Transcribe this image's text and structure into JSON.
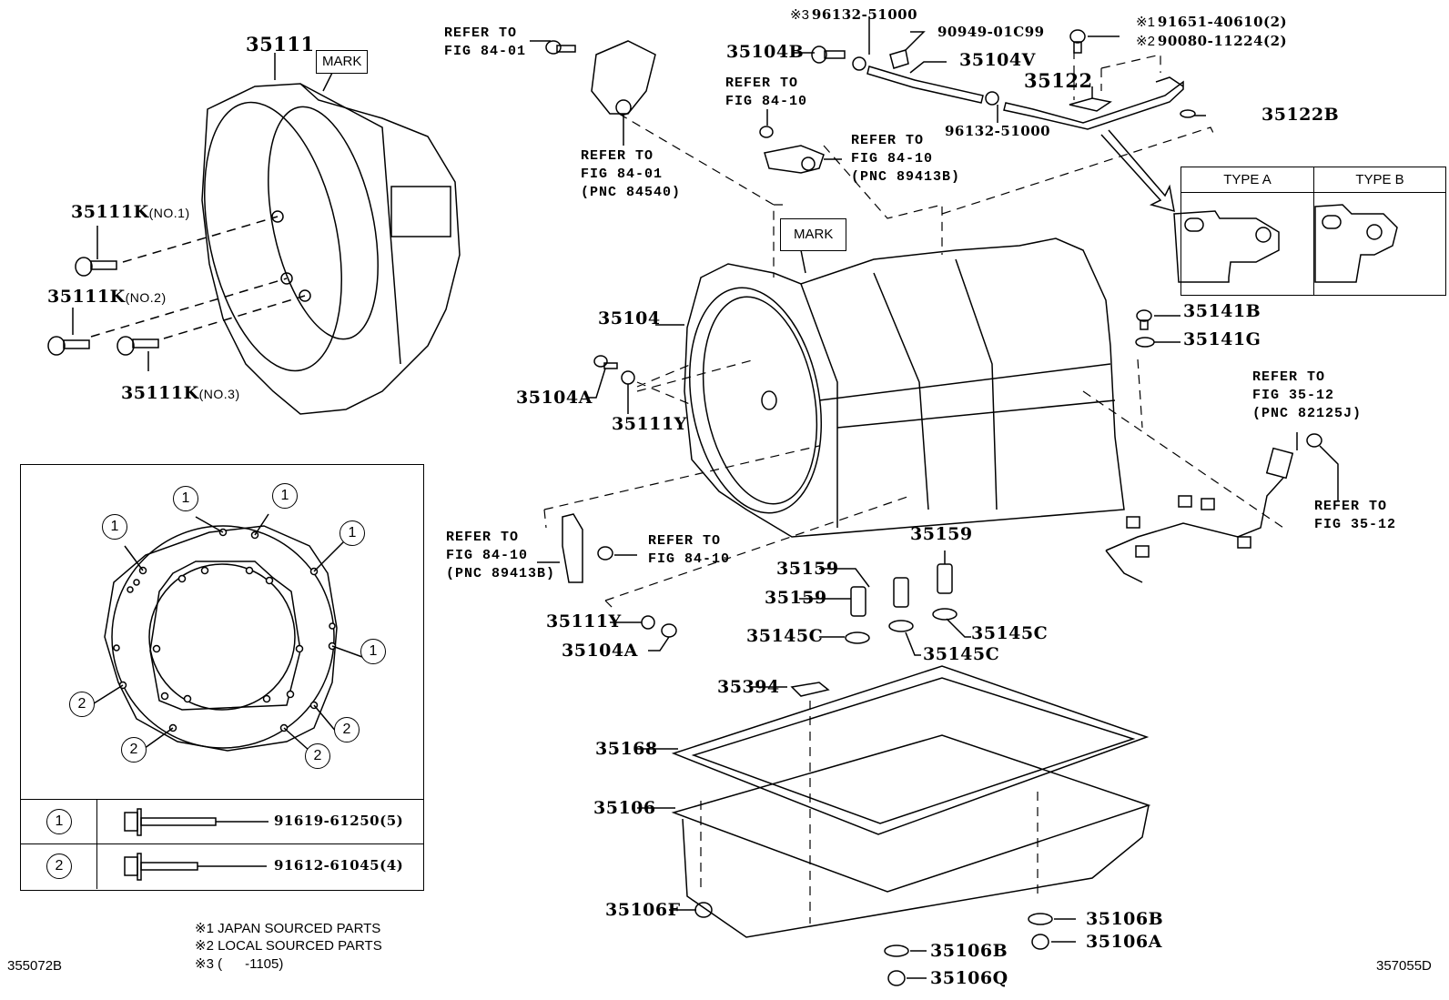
{
  "diagram": {
    "title_codes": {
      "left": "355072B",
      "right": "357055D"
    },
    "mark_labels": {
      "housing_mark": "MARK",
      "case_mark": "MARK"
    },
    "parts": {
      "p35111": "35111",
      "p35111K_1": "35111K",
      "p35111K_1_note": "(NO.1)",
      "p35111K_2": "35111K",
      "p35111K_2_note": "(NO.2)",
      "p35111K_3": "35111K",
      "p35111K_3_note": "(NO.3)",
      "p35104": "35104",
      "p35104A_top": "35104A",
      "p35111Y_top": "35111Y",
      "p35111Y_bottom": "35111Y",
      "p35104A_bottom": "35104A",
      "p35104B": "35104B",
      "p35104V": "35104V",
      "p35122": "35122",
      "p35122B": "35122B",
      "p96132_top": "96132-51000",
      "p96132_top_prefix": "※3",
      "p96132_bottom": "96132-51000",
      "p90949": "90949-01C99",
      "p91651": "91651-40610(2)",
      "p91651_prefix": "※1",
      "p90080": "90080-11224(2)",
      "p90080_prefix": "※2",
      "p35141B": "35141B",
      "p35141G": "35141G",
      "p35159_a": "35159",
      "p35159_b": "35159",
      "p35159_c": "35159",
      "p35145C_a": "35145C",
      "p35145C_b": "35145C",
      "p35145C_c": "35145C",
      "p35394": "35394",
      "p35168": "35168",
      "p35106": "35106",
      "p35106F": "35106F",
      "p35106B_right": "35106B",
      "p35106A": "35106A",
      "p35106B_bottom": "35106B",
      "p35106Q": "35106Q"
    },
    "references": {
      "ref_84_01_top": "REFER TO\nFIG 84-01",
      "ref_84_01_pnc": "REFER TO\nFIG 84-01\n(PNC 84540)",
      "ref_84_10_a": "REFER TO\nFIG 84-10",
      "ref_84_10_pnc_a": "REFER TO\nFIG 84-10\n(PNC 89413B)",
      "ref_84_10_pnc_b": "REFER TO\nFIG 84-10\n(PNC 89413B)",
      "ref_84_10_b": "REFER TO\nFIG 84-10",
      "ref_35_12_pnc": "REFER TO\nFIG 35-12\n(PNC 82125J)",
      "ref_35_12": "REFER TO\nFIG 35-12"
    },
    "type_table": {
      "type_a": "TYPE A",
      "type_b": "TYPE B"
    },
    "inset": {
      "callout_1": "1",
      "callout_2": "2",
      "rows": [
        {
          "marker": "1",
          "part": "91619-61250(5)"
        },
        {
          "marker": "2",
          "part": "91612-61045(4)"
        }
      ]
    },
    "footnotes": [
      {
        "mark": "※1",
        "text": "JAPAN SOURCED PARTS"
      },
      {
        "mark": "※2",
        "text": "LOCAL SOURCED PARTS"
      },
      {
        "mark": "※3",
        "text": "(      -1105)"
      }
    ]
  }
}
